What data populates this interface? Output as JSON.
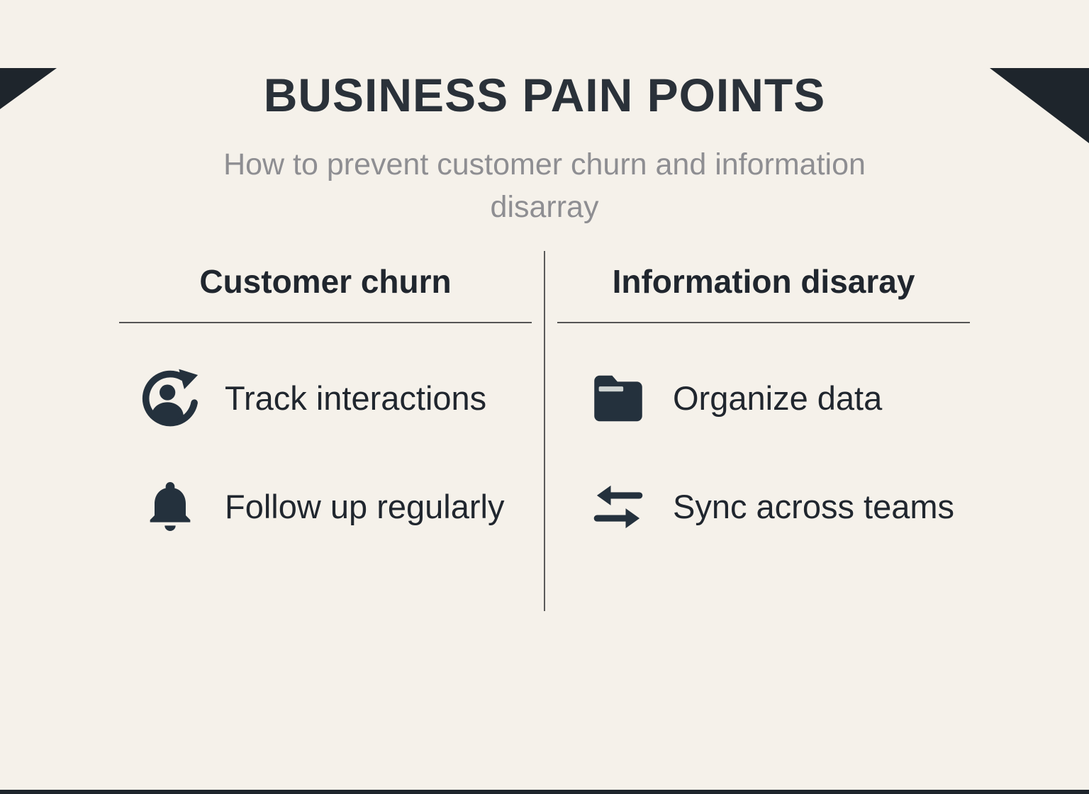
{
  "page": {
    "title": "BUSINESS PAIN POINTS",
    "subtitle": "How to prevent customer churn and information disarray"
  },
  "columns": [
    {
      "header": "Customer churn",
      "items": [
        {
          "icon": "user-sync-icon",
          "label": "Track interactions"
        },
        {
          "icon": "bell-icon",
          "label": "Follow up regularly"
        }
      ]
    },
    {
      "header": "Information disaray",
      "items": [
        {
          "icon": "folder-icon",
          "label": "Organize data"
        },
        {
          "icon": "sync-arrows-icon",
          "label": "Sync across teams"
        }
      ]
    }
  ],
  "colors": {
    "background": "#f5f1ea",
    "heading_text": "#2a3139",
    "subtitle_text": "#8e8e92",
    "body_text": "#20262e",
    "icon": "#24313d",
    "divider": "#5b5b5b",
    "corner_accent": "#1e252c"
  }
}
